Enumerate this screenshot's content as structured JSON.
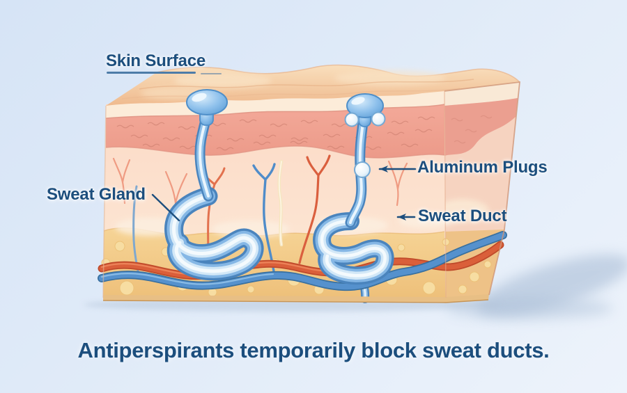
{
  "labels": {
    "skin_surface": "Skin Surface",
    "sweat_gland": "Sweat Gland",
    "aluminum_plugs": "Aluminum Plugs",
    "sweat_duct": "Sweat Duct",
    "caption": "Antiperspirants temporarily block sweat ducts."
  },
  "diagram": {
    "parts": [
      "skin-surface",
      "epidermis",
      "dermis-pink-band",
      "dermis",
      "subcutaneous-fat",
      "artery",
      "vein",
      "capillary-branches",
      "nerve",
      "sweat-droplet-left",
      "sweat-duct-left",
      "sweat-gland-left",
      "sweat-droplet-right",
      "sweat-duct-right-blocked",
      "sweat-gland-right",
      "aluminum-plugs"
    ],
    "colors": {
      "label_text": "#1c4e7d",
      "arrow": "#1c4e7d",
      "underline": "#4d7ca8",
      "background_top": "#d6e4f6",
      "background_bottom": "#edf3fb",
      "skin_surface_tan": "#f2c49c",
      "epidermis_cream": "#fcecd9",
      "dermis_pink": "#f0a495",
      "dermis_peach": "#fbdcc8",
      "fat_gold": "#f3cb87",
      "artery_red": "#d75535",
      "vein_blue": "#4a87c6",
      "gland_blue": "#5b9ad2",
      "gland_lumen": "#e9f5fd",
      "plug_fill": "#edf6fc"
    }
  }
}
